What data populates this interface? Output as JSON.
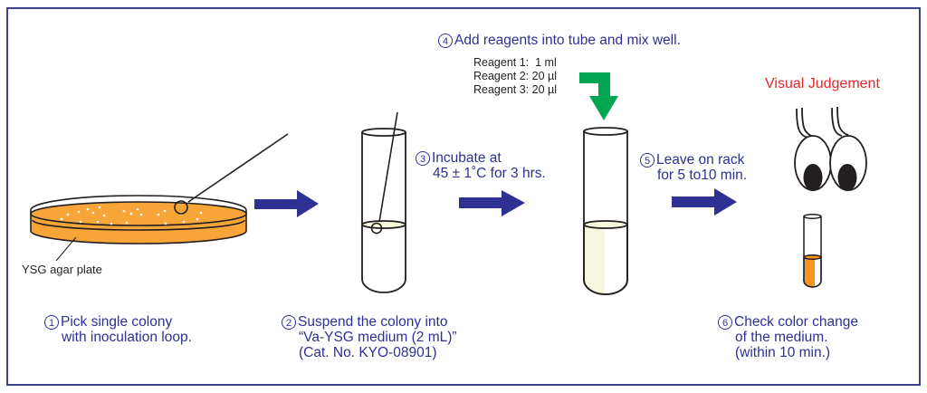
{
  "title": "Vibrio detection procedure",
  "colors": {
    "frame": "#3d3f8f",
    "step_text": "#2e3192",
    "arrow": "#2e3192",
    "reagent_arrow": "#00a651",
    "agar": "#f7a539",
    "medium": "#f6f6dc",
    "result": "#f7941d",
    "judgement_text": "#e0262b"
  },
  "icons": [
    "petri-dish-icon",
    "inoculation-loop-icon",
    "test-tube-icon",
    "arrow-right-icon",
    "arrow-down-icon",
    "eyes-icon"
  ],
  "plate_label": "YSG agar plate",
  "steps": [
    {
      "number": "①",
      "lines": [
        "Pick single colony",
        "with inoculation loop."
      ]
    },
    {
      "number": "②",
      "lines": [
        "Suspend the colony into",
        "“Va-YSG medium (2 mL)”",
        "(Cat. No. KYO-08901)"
      ]
    },
    {
      "number": "③",
      "lines": [
        "Incubate at",
        "45 ± 1˚C for 3 hrs."
      ]
    },
    {
      "number": "④",
      "lines": [
        "Add reagents into tube and mix well."
      ]
    },
    {
      "number": "⑤",
      "lines": [
        "Leave on rack",
        "for 5 to10 min."
      ]
    },
    {
      "number": "⑥",
      "lines": [
        "Check color change",
        "of the medium.",
        "(within 10 min.)"
      ]
    }
  ],
  "reagents": [
    "Reagent 1:  1 ml",
    "Reagent 2: 20 µl",
    "Reagent 3: 20 µl"
  ],
  "judgement_label": "Visual Judgement"
}
